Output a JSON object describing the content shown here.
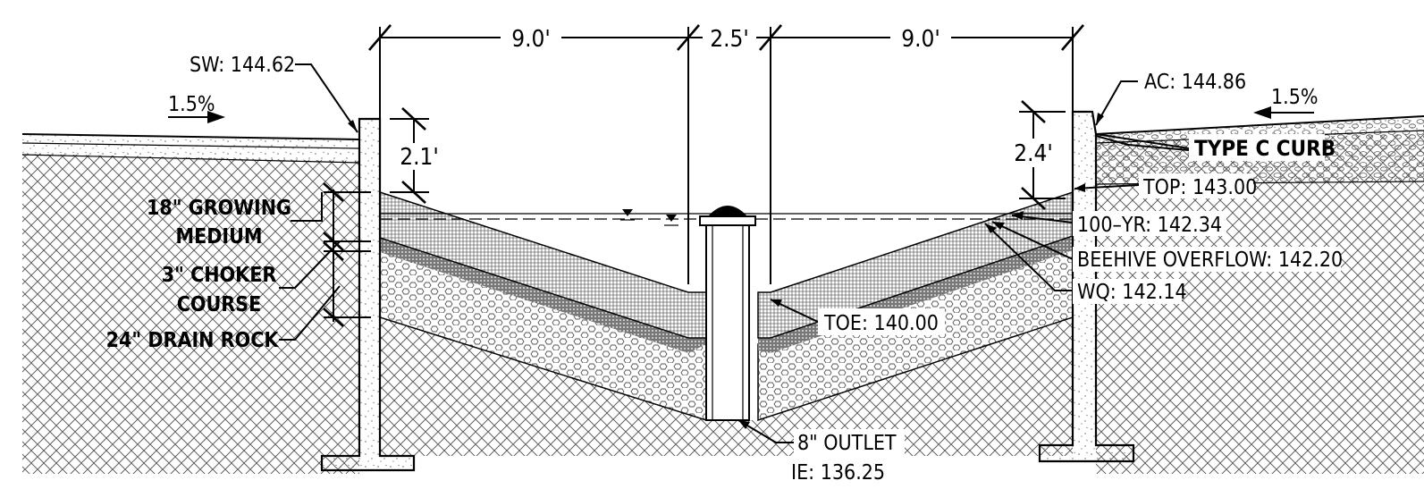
{
  "labels": {
    "sw": "SW: 144.62",
    "ac": "AC: 144.86",
    "slope_left": "1.5%",
    "slope_right": "1.5%",
    "curb_type": "TYPE C CURB",
    "top": "TOP: 143.00",
    "yr100": "100–YR: 142.34",
    "beehive": "BEEHIVE OVERFLOW: 142.20",
    "wq": "WQ: 142.14",
    "toe": "TOE: 140.00",
    "outlet": "8\" OUTLET",
    "ie": "IE: 136.25",
    "growing_1": "18\" GROWING",
    "growing_2": "MEDIUM",
    "choker_1": "3\" CHOKER",
    "choker_2": "COURSE",
    "drain": "24\" DRAIN ROCK"
  },
  "dimensions": {
    "left_width": "9.0'",
    "center_width": "2.5'",
    "right_width": "9.0'",
    "left_depth": "2.1'",
    "right_depth": "2.4'"
  }
}
